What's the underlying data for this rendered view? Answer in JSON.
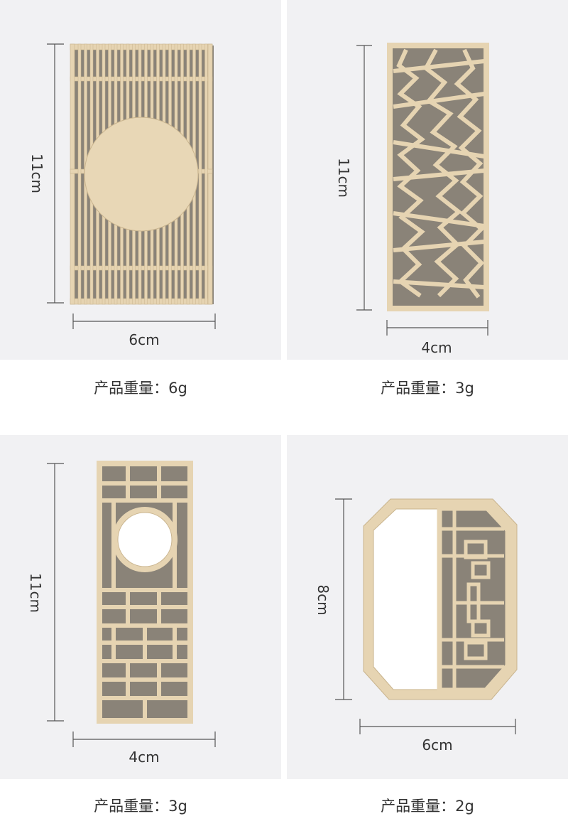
{
  "products": [
    {
      "height_label": "11cm",
      "width_label": "6cm",
      "caption": "产品重量：6g"
    },
    {
      "height_label": "11cm",
      "width_label": "4cm",
      "caption": "产品重量：3g"
    },
    {
      "height_label": "11cm",
      "width_label": "4cm",
      "caption": "产品重量：3g"
    },
    {
      "height_label": "8cm",
      "width_label": "6cm",
      "caption": "产品重量：2g"
    }
  ],
  "colors": {
    "wood": "#e6d4b2",
    "wood_edge": "#c9b48e",
    "shadow": "#8a8378",
    "panel_bg": "#f1f1f3"
  }
}
